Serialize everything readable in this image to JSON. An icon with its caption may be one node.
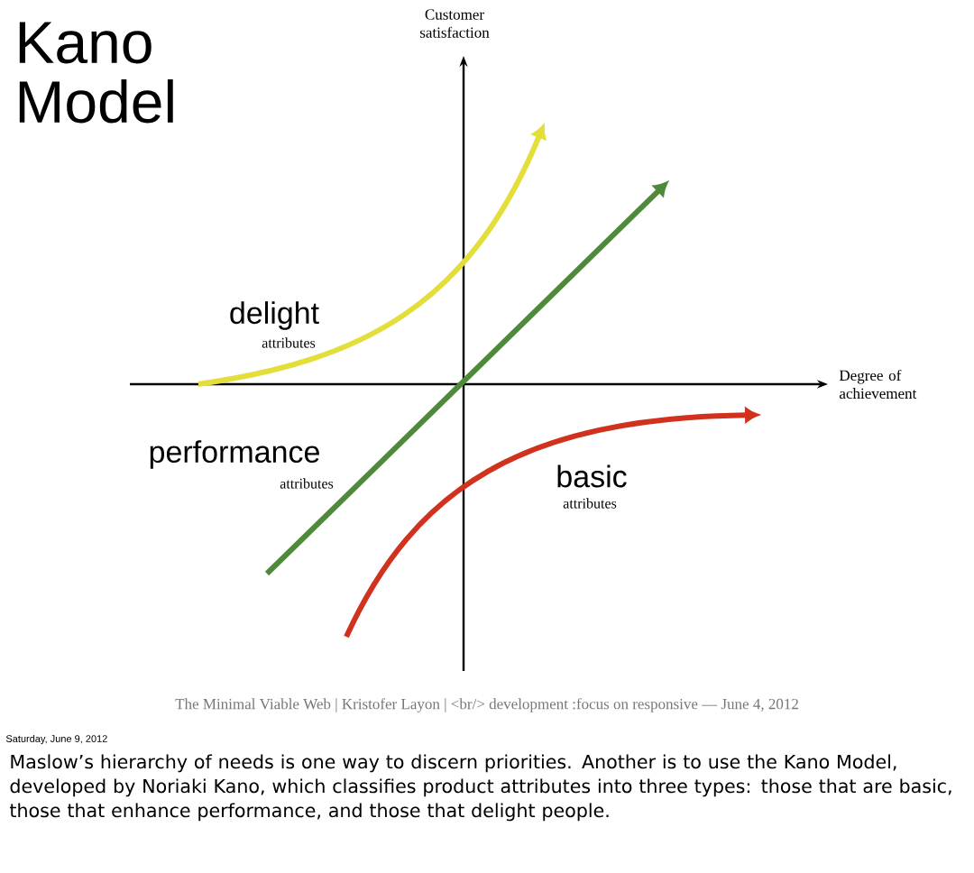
{
  "diagram": {
    "title": "Kano Model",
    "labels": [
      "Customer satisfaction",
      "delight",
      "attributes",
      "Degree of achievement",
      "performance",
      "attributes",
      "basic",
      "attributes",
      "The Minimal Viable Web | Kristofer Layon | <br/> development :focus on responsive — June 4, 2012",
      "Saturday, June 9, 2012",
      "Maslow’s hierarchy of needs is one way to discern priorities. Another is to use the Kano Model, developed by Noriaki Kano, which classifies product attributes into three types: those that are basic, those that enhance performance, and those that delight people."
    ]
  }
}
